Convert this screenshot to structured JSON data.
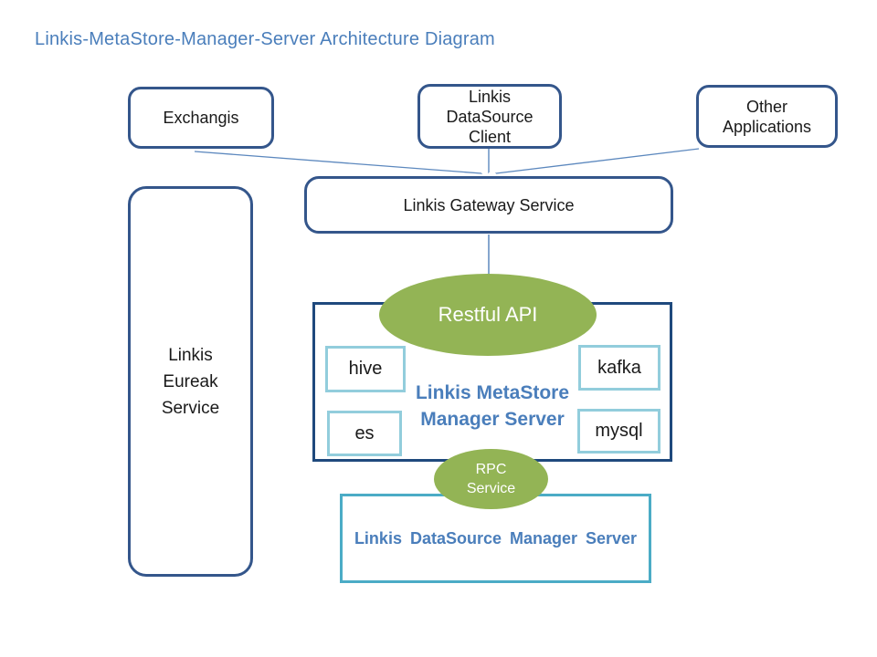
{
  "title": "Linkis-MetaStore-Manager-Server Architecture Diagram",
  "nodes": {
    "exchangis": {
      "label": "Exchangis"
    },
    "datasource_client": {
      "label": "Linkis\nDataSource\nClient"
    },
    "other_applications": {
      "label": "Other\nApplications"
    },
    "gateway": {
      "label": "Linkis Gateway Service"
    },
    "eureak": {
      "label": "Linkis\nEureak\nService"
    },
    "restful_api": {
      "label": "Restful API"
    },
    "metastore_server": {
      "label": "Linkis MetaStore\nManager Server"
    },
    "hive": {
      "label": "hive"
    },
    "kafka": {
      "label": "kafka"
    },
    "es": {
      "label": "es"
    },
    "mysql": {
      "label": "mysql"
    },
    "rpc_service": {
      "label": "RPC\nService"
    },
    "datasource_manager": {
      "label": "Linkis DataSource Manager Server"
    }
  },
  "colors": {
    "title_blue": "#4A7EBB",
    "rounded_box_border": "#34568B",
    "metastore_border": "#1F497D",
    "small_box_border": "#92CDDC",
    "bottom_box_border": "#4BACC6",
    "ellipse_green": "#93B455",
    "arrow_blue": "#5C88BE"
  },
  "edges": [
    {
      "from": "exchangis",
      "to": "gateway"
    },
    {
      "from": "datasource_client",
      "to": "gateway"
    },
    {
      "from": "other_applications",
      "to": "gateway"
    },
    {
      "from": "gateway",
      "to": "restful_api"
    }
  ]
}
